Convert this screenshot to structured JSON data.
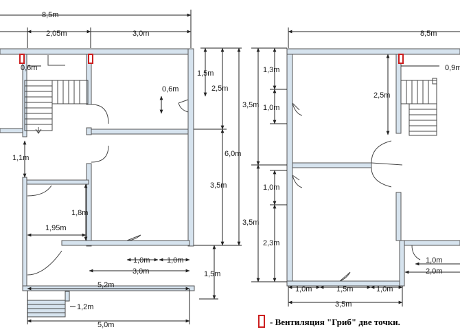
{
  "plan_left": {
    "dims": {
      "total_top": "8,5m",
      "seg_205": "2,05m",
      "seg_30_top": "3,0m",
      "vent_06": "0,6m",
      "d_15_top": "1,5m",
      "d_25": "2,5m",
      "d_60": "6,0m",
      "d_06_door": "0,6m",
      "d_11": "1,1m",
      "d_18": "1,8m",
      "d_195": "1,95m",
      "d_35": "3,5m",
      "d_10_a": "1,0m",
      "d_10_b": "1,0m",
      "d_30_bottom": "3,0m",
      "d_15_right": "1,5m",
      "d_52": "5,2m",
      "d_12": "1,2m",
      "d_50": "5,0m"
    }
  },
  "plan_right": {
    "dims": {
      "total_top": "8,5m",
      "vent_09": "0,9m",
      "d_13": "1,3m",
      "d_25": "2,5m",
      "d_10_a": "1,0m",
      "d_35_top": "3,5m",
      "d_10_b": "1,0m",
      "d_35_bottom": "3,5m",
      "d_23": "2,3m",
      "d_10_c": "1,0m",
      "d_15": "1,5m",
      "d_10_d": "1,0m",
      "d_35_total": "3,5m",
      "d_10_e": "1,0m",
      "d_20": "2,0m"
    }
  },
  "legend": {
    "text": "- Вентиляция \"Гриб\" две точки.",
    "marker_color": "#cc1f1f"
  },
  "colors": {
    "wall_outline": "#555555",
    "wall_fill": "#d6e3ee",
    "dimension": "#222222"
  }
}
